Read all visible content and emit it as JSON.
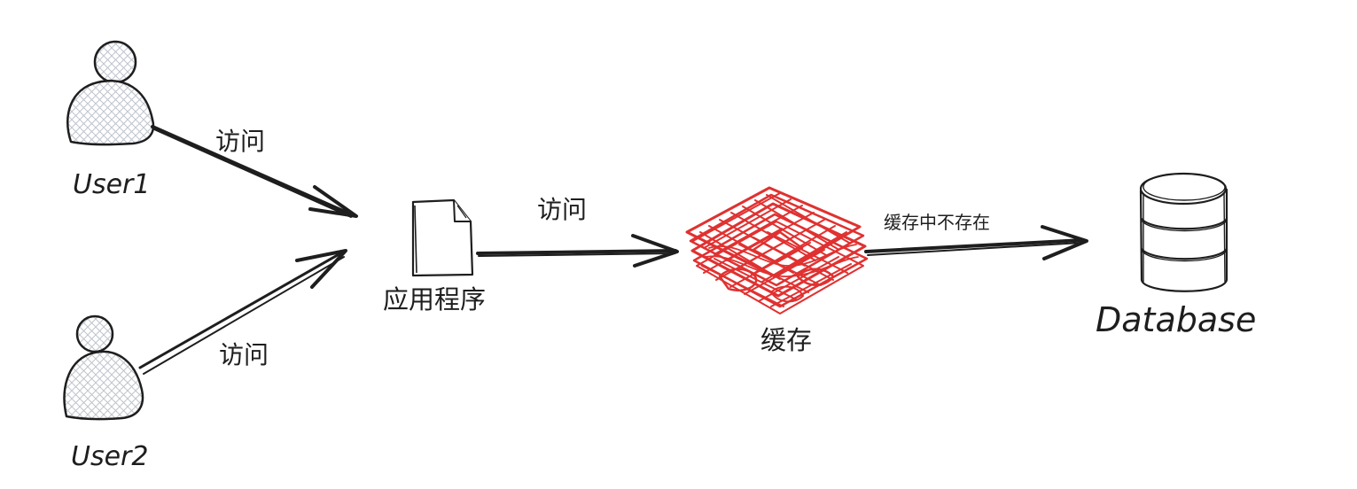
{
  "nodes": {
    "user1": {
      "label": "User1"
    },
    "user2": {
      "label": "User2"
    },
    "app": {
      "label": "应用程序"
    },
    "cache": {
      "label": "缓存"
    },
    "database": {
      "label": "Database"
    }
  },
  "edges": {
    "user1_to_app": {
      "label": "访问"
    },
    "user2_to_app": {
      "label": "访问"
    },
    "app_to_cache": {
      "label": "访问"
    },
    "cache_to_db": {
      "label": "缓存中不存在"
    }
  },
  "colors": {
    "stroke": "#1e1e1e",
    "cache_red": "#e03131",
    "user_fill": "#ced4da"
  },
  "icons": {
    "user1": "person-icon",
    "user2": "person-icon",
    "app": "document-icon",
    "cache": "cache-stack-icon",
    "database": "database-icon"
  }
}
